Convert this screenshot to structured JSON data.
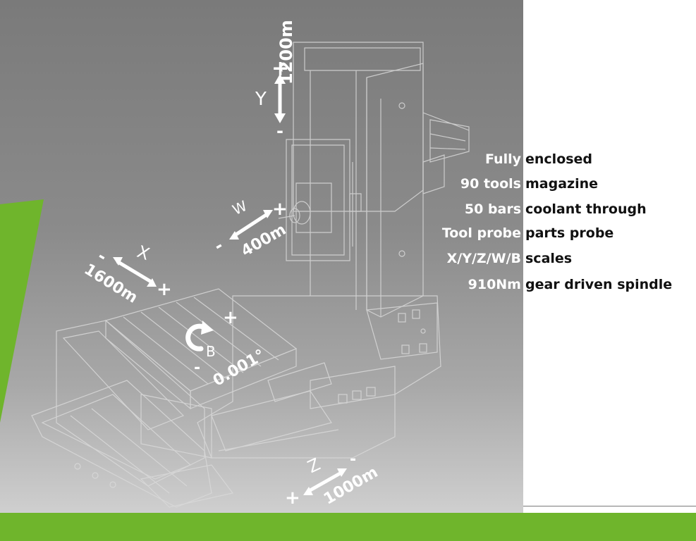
{
  "colors": {
    "green": "#6fb52c",
    "panel_gray": "#8b8b8b",
    "spec_key": "#ffffff",
    "spec_value": "#111111"
  },
  "specs": [
    {
      "key": "Fully",
      "value": "enclosed"
    },
    {
      "key": "90 tools",
      "value": "magazine"
    },
    {
      "key": "50 bars",
      "value": "coolant through"
    },
    {
      "key": "Tool probe",
      "value": "parts probe"
    },
    {
      "key": "X/Y/Z/W/B",
      "value": "scales"
    },
    {
      "key": "910Nm",
      "value": "gear driven spindle"
    }
  ],
  "axes": {
    "y": {
      "letter": "Y",
      "travel": "1200m",
      "plus": "+",
      "minus": "-"
    },
    "w": {
      "letter": "W",
      "travel": "400m",
      "plus": "+",
      "minus": "-"
    },
    "x": {
      "letter": "X",
      "travel": "1600m",
      "plus": "+",
      "minus": "-"
    },
    "b": {
      "letter": "B",
      "travel": "0.001°",
      "plus": "+",
      "minus": "-"
    },
    "z": {
      "letter": "Z",
      "travel": "1000m",
      "plus": "+",
      "minus": "-"
    }
  },
  "icons": [
    "rotation-arrow-icon",
    "double-arrow-icon"
  ]
}
